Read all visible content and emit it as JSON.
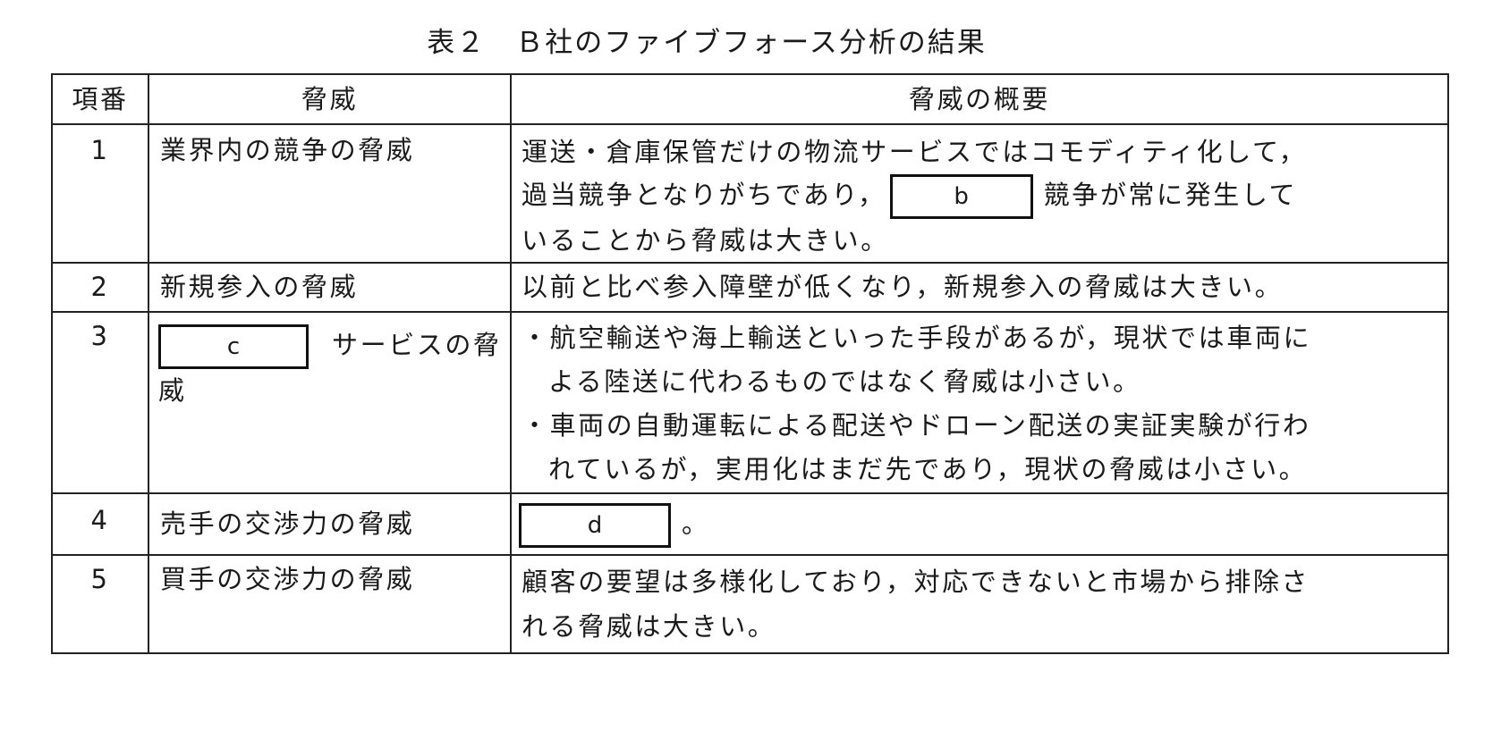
{
  "title": "表２　Ｂ社のファイブフォース分析の結果",
  "headers": [
    "項番",
    "脅威",
    "脅威の概要"
  ],
  "rows": [
    {
      "no": "1",
      "threat": "業界内の競争の脅威",
      "summary": {
        "line1": "運送・倉庫保管だけの物流サービスではコモディティ化して，",
        "line2a": "過当競争となりがちであり，",
        "blank": "b",
        "line2b": "競争が常に発生して",
        "line3": "いることから脅威は大きい。"
      }
    },
    {
      "no": "2",
      "threat": "新規参入の脅威",
      "summary": {
        "line1": "以前と比べ参入障壁が低くなり，新規参入の脅威は大きい。"
      }
    },
    {
      "no": "3",
      "threat": {
        "blank": "c",
        "line1b": "サービスの脅",
        "line2": "威"
      },
      "summary": {
        "bullet1a": "・航空輸送や海上輸送といった手段があるが，現状では車両に",
        "bullet1b": "よる陸送に代わるものではなく脅威は小さい。",
        "bullet2a": "・車両の自動運転による配送やドローン配送の実証実験が行わ",
        "bullet2b": "れているが，実用化はまだ先であり，現状の脅威は小さい。"
      }
    },
    {
      "no": "4",
      "threat": "売手の交渉力の脅威",
      "summary": {
        "blank": "d",
        "tail": "。"
      }
    },
    {
      "no": "5",
      "threat": "買手の交渉力の脅威",
      "summary": {
        "line1": "顧客の要望は多様化しており，対応できないと市場から排除さ",
        "line2": "れる脅威は大きい。"
      }
    }
  ]
}
